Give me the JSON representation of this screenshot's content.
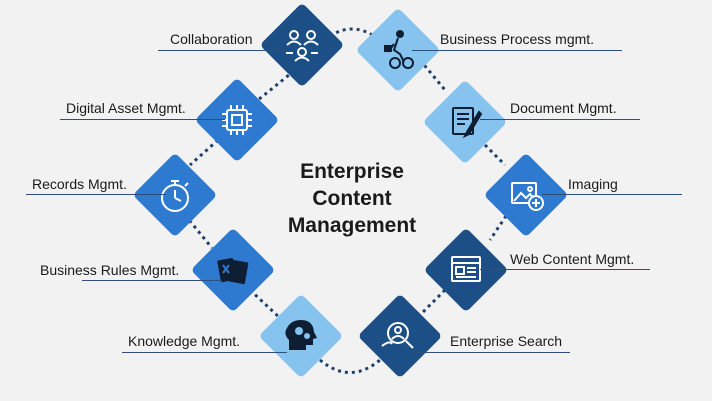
{
  "title_lines": [
    "Enterprise",
    "Content",
    "Management"
  ],
  "colors": {
    "dark_blue": "#1c4f86",
    "mid_blue": "#2e7ad1",
    "light_blue": "#86c3ee",
    "connector": "#1f3f6b"
  },
  "items": [
    {
      "label": "Collaboration",
      "icon": "collaboration-icon",
      "shade": "dark"
    },
    {
      "label": "Business Process mgmt.",
      "icon": "business-process-icon",
      "shade": "light"
    },
    {
      "label": "Digital Asset Mgmt.",
      "icon": "chip-icon",
      "shade": "mid"
    },
    {
      "label": "Document Mgmt.",
      "icon": "document-icon",
      "shade": "light"
    },
    {
      "label": "Records Mgmt.",
      "icon": "stopwatch-icon",
      "shade": "mid"
    },
    {
      "label": "Imaging",
      "icon": "image-icon",
      "shade": "mid"
    },
    {
      "label": "Business Rules Mgmt.",
      "icon": "rules-documents-icon",
      "shade": "mid"
    },
    {
      "label": "Web Content Mgmt.",
      "icon": "web-page-icon",
      "shade": "dark"
    },
    {
      "label": "Knowledge Mgmt.",
      "icon": "brain-gears-icon",
      "shade": "light"
    },
    {
      "label": "Enterprise Search",
      "icon": "search-person-icon",
      "shade": "dark"
    }
  ]
}
